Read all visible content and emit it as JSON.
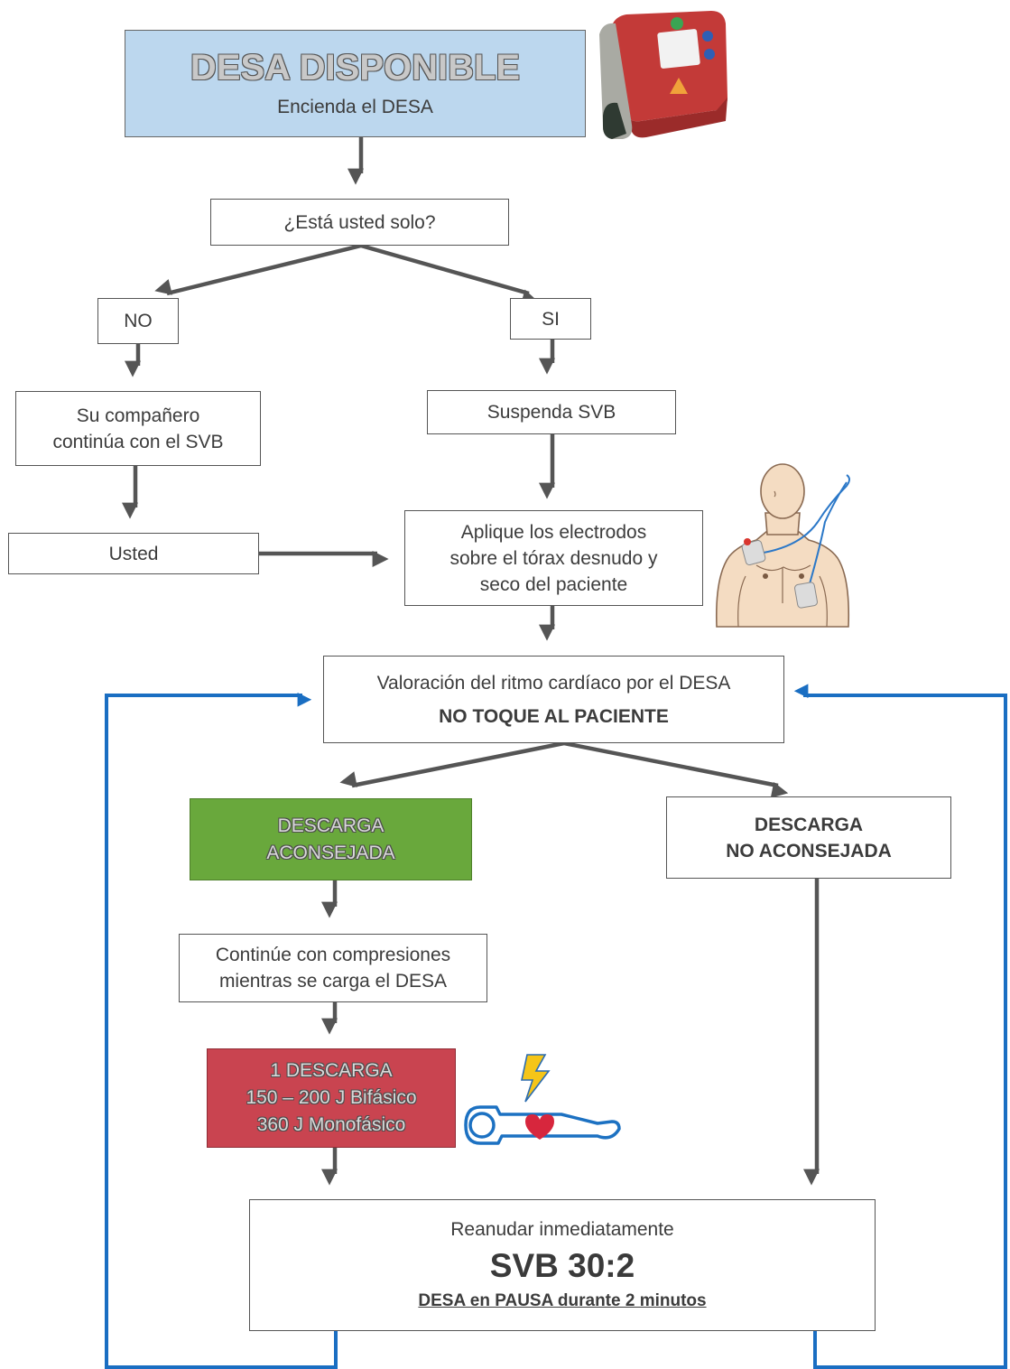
{
  "colors": {
    "arrow_gray": "#555555",
    "loop_blue": "#1a6ec2",
    "header_fill": "#bcd7ee",
    "shock_advised_fill": "#69a83c",
    "one_shock_fill": "#c94450"
  },
  "nodes": {
    "desa_disponible": {
      "title": "DESA DISPONIBLE",
      "subtitle": "Encienda el DESA"
    },
    "alone_question": {
      "text": "¿Está usted solo?"
    },
    "no": {
      "text": "NO"
    },
    "si": {
      "text": "SI"
    },
    "partner": {
      "line1": "Su compañero",
      "line2": "continúa con el SVB"
    },
    "suspend": {
      "text": "Suspenda SVB"
    },
    "usted": {
      "text": "Usted"
    },
    "electrodes": {
      "line1": "Aplique los electrodos",
      "line2": "sobre el tórax desnudo y",
      "line3": "seco del paciente"
    },
    "rhythm": {
      "line1": "Valoración del ritmo cardíaco por el DESA",
      "line2": "NO TOQUE AL PACIENTE"
    },
    "shock_advised": {
      "line1": "DESCARGA",
      "line2": "ACONSEJADA"
    },
    "no_shock": {
      "line1": "DESCARGA",
      "line2": "NO ACONSEJADA"
    },
    "compressions": {
      "line1": "Continúe con compresiones",
      "line2": "mientras se carga el DESA"
    },
    "one_shock": {
      "line1": "1 DESCARGA",
      "line2": "150 – 200 J Bifásico",
      "line3": "360 J Monofásico"
    },
    "resume": {
      "line1": "Reanudar inmediatamente",
      "line2": "SVB 30:2",
      "line3": "DESA en PAUSA durante 2 minutos"
    }
  },
  "illustrations": [
    "aed-device",
    "electrode-torso",
    "shock-patient"
  ]
}
